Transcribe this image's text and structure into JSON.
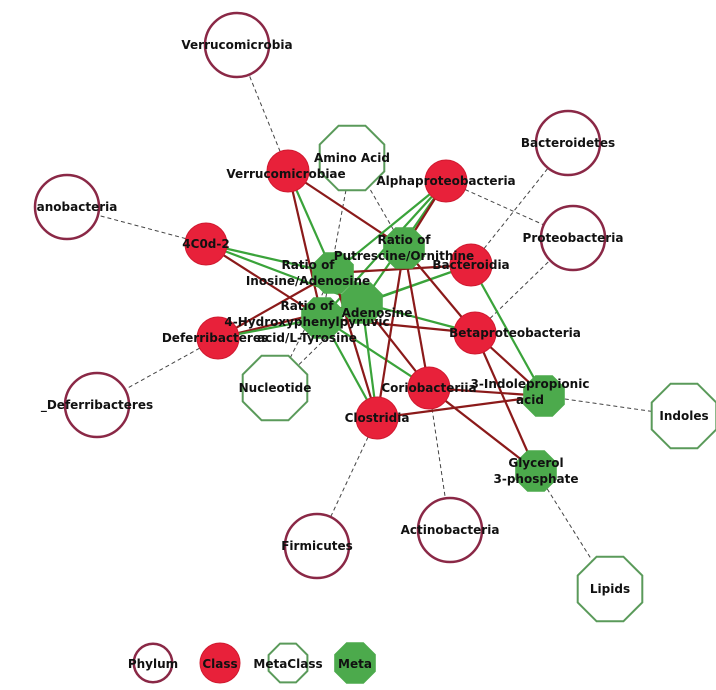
{
  "colors": {
    "phylum_stroke": "#8a2846",
    "class_fill": "#e8213a",
    "metaclass_stroke": "#5a9a5a",
    "meta_fill": "#4caa4c",
    "edge_red": "#8b1a1a",
    "edge_green": "#3aa33a",
    "edge_dashed": "#444444"
  },
  "nodes": [
    {
      "id": "verrucomicrobia",
      "type": "phylum",
      "label": [
        "Verrucomicrobia"
      ]
    },
    {
      "id": "cyanobacteria",
      "type": "phylum",
      "label": [
        "anobacteria"
      ]
    },
    {
      "id": "deferribacteres_p",
      "type": "phylum",
      "label": [
        "_Deferribacteres"
      ]
    },
    {
      "id": "bacteroidetes",
      "type": "phylum",
      "label": [
        "Bacteroidetes"
      ]
    },
    {
      "id": "proteobacteria",
      "type": "phylum",
      "label": [
        "Proteobacteria"
      ]
    },
    {
      "id": "firmicutes",
      "type": "phylum",
      "label": [
        "Firmicutes"
      ]
    },
    {
      "id": "actinobacteria",
      "type": "phylum",
      "label": [
        "Actinobacteria"
      ]
    },
    {
      "id": "amino_acid",
      "type": "metaclass",
      "label": [
        "Amino Acid"
      ]
    },
    {
      "id": "nucleotide",
      "type": "metaclass",
      "label": [
        "Nucleotide"
      ]
    },
    {
      "id": "indoles",
      "type": "metaclass",
      "label": [
        "Indoles"
      ]
    },
    {
      "id": "lipids",
      "type": "metaclass",
      "label": [
        "Lipids"
      ]
    },
    {
      "id": "verrucomicrobiae",
      "type": "class",
      "label": [
        "Verrucomicrobiae"
      ]
    },
    {
      "id": "alphaproteobacteria",
      "type": "class",
      "label": [
        "Alphaproteobacteria"
      ]
    },
    {
      "id": "c4c0d2",
      "type": "class",
      "label": [
        "4C0d-2"
      ]
    },
    {
      "id": "bacteroidia",
      "type": "class",
      "label": [
        "Bacteroidia"
      ]
    },
    {
      "id": "betaproteobacteria",
      "type": "class",
      "label": [
        "Betaproteobacteria"
      ]
    },
    {
      "id": "deferribacteres_c",
      "type": "class",
      "label": [
        "Deferribacteres"
      ]
    },
    {
      "id": "coriobacteriia",
      "type": "class",
      "label": [
        "Coriobacteriia"
      ]
    },
    {
      "id": "clostridia",
      "type": "class",
      "label": [
        "Clostridia"
      ]
    },
    {
      "id": "putrescine",
      "type": "meta",
      "label": [
        "Ratio of",
        "Putrescine/Ornithine"
      ]
    },
    {
      "id": "inosine",
      "type": "meta",
      "label": [
        "Ratio of",
        "Inosine/Adenosine"
      ]
    },
    {
      "id": "adenosine",
      "type": "meta",
      "label": [
        "Adenosine"
      ]
    },
    {
      "id": "hpp",
      "type": "meta",
      "label": [
        "Ratio of",
        "4-Hydroxyphenylpyruvic",
        "acid/L-Tyrosine"
      ]
    },
    {
      "id": "indolepropionic",
      "type": "meta",
      "label": [
        "3-Indolepropionic",
        "acid"
      ]
    },
    {
      "id": "glycerol",
      "type": "meta",
      "label": [
        "Glycerol",
        "3-phosphate"
      ]
    }
  ],
  "edges": [
    [
      "verrucomicrobiae",
      "verrucomicrobia",
      "dashed"
    ],
    [
      "c4c0d2",
      "cyanobacteria",
      "dashed"
    ],
    [
      "deferribacteres_c",
      "deferribacteres_p",
      "dashed"
    ],
    [
      "alphaproteobacteria",
      "proteobacteria",
      "dashed"
    ],
    [
      "betaproteobacteria",
      "proteobacteria",
      "dashed"
    ],
    [
      "bacteroidia",
      "bacteroidetes",
      "dashed"
    ],
    [
      "clostridia",
      "firmicutes",
      "dashed"
    ],
    [
      "coriobacteriia",
      "actinobacteria",
      "dashed"
    ],
    [
      "indolepropionic",
      "indoles",
      "dashed"
    ],
    [
      "glycerol",
      "lipids",
      "dashed"
    ],
    [
      "putrescine",
      "amino_acid",
      "dashed"
    ],
    [
      "hpp",
      "amino_acid",
      "dashed"
    ],
    [
      "inosine",
      "nucleotide",
      "dashed"
    ],
    [
      "adenosine",
      "nucleotide",
      "dashed"
    ],
    [
      "verrucomicrobiae",
      "inosine",
      "green"
    ],
    [
      "verrucomicrobiae",
      "hpp",
      "red"
    ],
    [
      "verrucomicrobiae",
      "putrescine",
      "red"
    ],
    [
      "alphaproteobacteria",
      "inosine",
      "green"
    ],
    [
      "alphaproteobacteria",
      "adenosine",
      "green"
    ],
    [
      "alphaproteobacteria",
      "putrescine",
      "red"
    ],
    [
      "alphaproteobacteria",
      "hpp",
      "green"
    ],
    [
      "c4c0d2",
      "inosine",
      "green"
    ],
    [
      "c4c0d2",
      "adenosine",
      "green"
    ],
    [
      "c4c0d2",
      "hpp",
      "red"
    ],
    [
      "bacteroidia",
      "inosine",
      "red"
    ],
    [
      "bacteroidia",
      "adenosine",
      "green"
    ],
    [
      "bacteroidia",
      "indolepropionic",
      "green"
    ],
    [
      "bacteroidia",
      "hpp",
      "green"
    ],
    [
      "betaproteobacteria",
      "hpp",
      "red"
    ],
    [
      "betaproteobacteria",
      "putrescine",
      "red"
    ],
    [
      "betaproteobacteria",
      "indolepropionic",
      "red"
    ],
    [
      "betaproteobacteria",
      "glycerol",
      "red"
    ],
    [
      "betaproteobacteria",
      "adenosine",
      "green"
    ],
    [
      "deferribacteres_c",
      "inosine",
      "red"
    ],
    [
      "deferribacteres_c",
      "adenosine",
      "red"
    ],
    [
      "deferribacteres_c",
      "hpp",
      "green"
    ],
    [
      "coriobacteriia",
      "adenosine",
      "red"
    ],
    [
      "coriobacteriia",
      "hpp",
      "green"
    ],
    [
      "coriobacteriia",
      "indolepropionic",
      "red"
    ],
    [
      "coriobacteriia",
      "glycerol",
      "red"
    ],
    [
      "coriobacteriia",
      "putrescine",
      "red"
    ],
    [
      "clostridia",
      "inosine",
      "red"
    ],
    [
      "clostridia",
      "adenosine",
      "green"
    ],
    [
      "clostridia",
      "hpp",
      "green"
    ],
    [
      "clostridia",
      "putrescine",
      "red"
    ],
    [
      "clostridia",
      "indolepropionic",
      "red"
    ]
  ],
  "legend": [
    {
      "type": "phylum",
      "label": "Phylum"
    },
    {
      "type": "class",
      "label": "Class"
    },
    {
      "type": "metaclass",
      "label": "MetaClass"
    },
    {
      "type": "meta",
      "label": "Meta"
    }
  ]
}
